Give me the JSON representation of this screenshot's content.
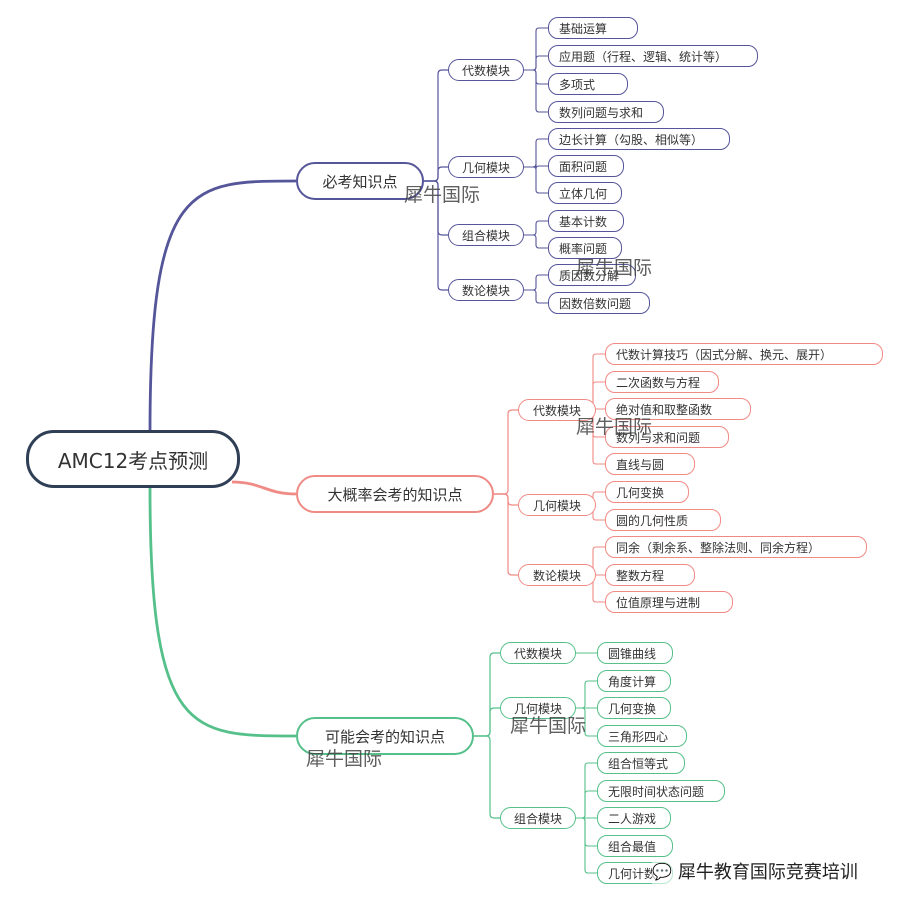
{
  "colors": {
    "root": "#2f3f55",
    "branch1": "#55559a",
    "branch2": "#f08a84",
    "branch3": "#55c08a"
  },
  "root": {
    "label": "AMC12考点预测"
  },
  "branches": [
    {
      "label": "必考知识点",
      "groups": [
        {
          "label": "代数模块",
          "items": [
            "基础运算",
            "应用题（行程、逻辑、统计等）",
            "多项式",
            "数列问题与求和"
          ]
        },
        {
          "label": "几何模块",
          "items": [
            "边长计算（勾股、相似等）",
            "面积问题",
            "立体几何"
          ]
        },
        {
          "label": "组合模块",
          "items": [
            "基本计数",
            "概率问题"
          ]
        },
        {
          "label": "数论模块",
          "items": [
            "质因数分解",
            "因数倍数问题"
          ]
        }
      ]
    },
    {
      "label": "大概率会考的知识点",
      "groups": [
        {
          "label": "代数模块",
          "items": [
            "代数计算技巧（因式分解、换元、展开）",
            "二次函数与方程",
            "绝对值和取整函数",
            "数列与求和问题",
            "直线与圆"
          ]
        },
        {
          "label": "几何模块",
          "items": [
            "几何变换",
            "圆的几何性质"
          ]
        },
        {
          "label": "数论模块",
          "items": [
            "同余（剩余系、整除法则、同余方程）",
            "整数方程",
            "位值原理与进制"
          ]
        }
      ]
    },
    {
      "label": "可能会考的知识点",
      "groups": [
        {
          "label": "代数模块",
          "items": [
            "圆锥曲线"
          ]
        },
        {
          "label": "几何模块",
          "items": [
            "角度计算",
            "几何变换",
            "三角形四心"
          ]
        },
        {
          "label": "组合模块",
          "items": [
            "组合恒等式",
            "无限时间状态问题",
            "二人游戏",
            "组合最值",
            "几何计数"
          ]
        }
      ]
    }
  ],
  "watermarks": [
    "犀牛国际",
    "犀牛国际",
    "犀牛国际",
    "犀牛国际",
    "犀牛国际"
  ],
  "footer": {
    "icon": "wechat-icon",
    "text": "犀牛教育国际竞赛培训"
  }
}
